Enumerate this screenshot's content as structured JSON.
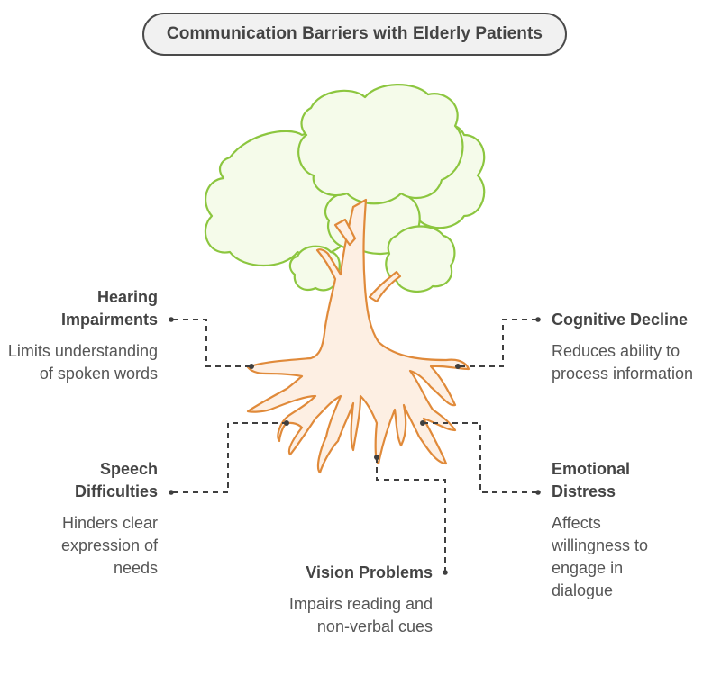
{
  "title": "Communication Barriers with Elderly Patients",
  "colors": {
    "foliage_stroke": "#8cc63f",
    "foliage_fill": "#f5fbea",
    "trunk_stroke": "#e08a3a",
    "trunk_fill": "#fdefe3",
    "connector": "#3f3f3f"
  },
  "barriers": [
    {
      "id": "hearing",
      "title_lines": [
        "Hearing",
        "Impairments"
      ],
      "description": "Limits understanding of spoken words",
      "side": "left"
    },
    {
      "id": "cognitive",
      "title_lines": [
        "Cognitive Decline"
      ],
      "description": "Reduces ability to process information",
      "side": "right"
    },
    {
      "id": "speech",
      "title_lines": [
        "Speech",
        "Difficulties"
      ],
      "description": "Hinders clear expression of needs",
      "side": "left"
    },
    {
      "id": "emotional",
      "title_lines": [
        "Emotional",
        "Distress"
      ],
      "description": "Affects willingness to engage in dialogue",
      "side": "right"
    },
    {
      "id": "vision",
      "title_lines": [
        "Vision Problems"
      ],
      "description": "Impairs reading and non-verbal cues",
      "side": "bottom"
    }
  ]
}
